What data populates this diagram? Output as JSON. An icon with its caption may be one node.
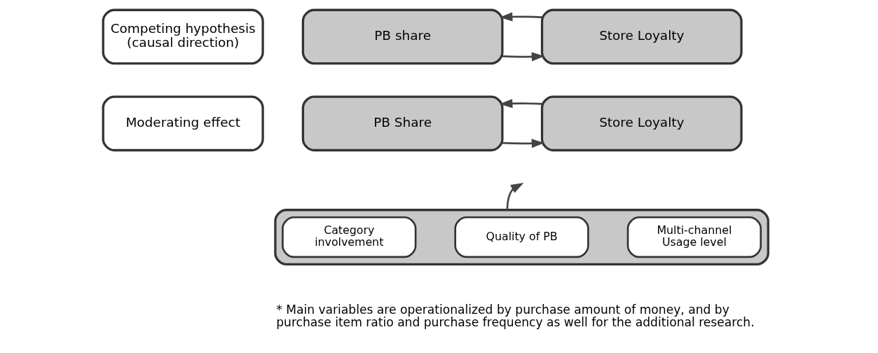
{
  "diagram": {
    "nodes": [
      {
        "text": [
          "Competing hypothesis (causal direction)"
        ]
      },
      {
        "text": [
          "PB share"
        ]
      },
      {
        "text": [
          "Store Loyalty"
        ]
      },
      {
        "text": [
          "Moderating effect"
        ]
      },
      {
        "text": [
          "PB Share"
        ]
      },
      {
        "text": [
          "Store Loyalty"
        ]
      },
      {
        "text": [],
        "shape": "box"
      },
      {
        "text": [
          "Category involvement"
        ],
        "in": 6
      },
      {
        "text": [
          "Quality of PB"
        ],
        "in": 6
      },
      {
        "text": [
          "Multi-channel Usage level"
        ],
        "in": 6
      }
    ],
    "edges": [
      {
        "from": 1,
        "to": 2,
        "arrow": "to"
      },
      {
        "from": 2,
        "to": 1,
        "arrow": "to"
      },
      {
        "from": 4,
        "to": 5,
        "arrow": "to"
      },
      {
        "from": 5,
        "to": 4,
        "arrow": "to"
      },
      {
        "from": 6,
        "to": null,
        "arrow": "to"
      }
    ],
    "labels": [
      "* Main variables are operationalized by purchase amount of money, and by purchase item ratio and purchase frequency as well for the additional research."
    ]
  }
}
